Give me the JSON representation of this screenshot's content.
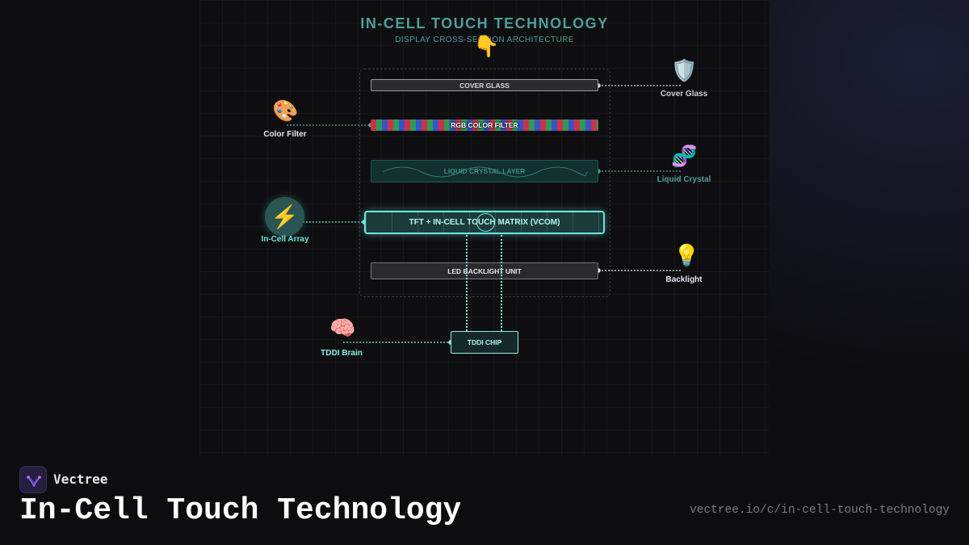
{
  "diagram": {
    "title": "IN-CELL TOUCH TECHNOLOGY",
    "subtitle": "DISPLAY CROSS-SECTION ARCHITECTURE",
    "layers": {
      "cover_glass": "COVER GLASS",
      "color_filter": "RGB COLOR FILTER",
      "liquid_crystal": "LIQUID CRYSTAL LAYER",
      "tft_matrix": "TFT + IN-CELL TOUCH MATRIX (VCOM)",
      "backlight": "LED BACKLIGHT UNIT",
      "chip": "TDDI CHIP"
    },
    "callouts": {
      "cover_glass": {
        "label": "Cover Glass",
        "icon": "shield-icon"
      },
      "color_filter": {
        "label": "Color Filter",
        "icon": "palette-icon"
      },
      "liquid_crystal": {
        "label": "Liquid Crystal",
        "icon": "dna-icon"
      },
      "in_cell_array": {
        "label": "In-Cell Array",
        "icon": "lightning-icon"
      },
      "backlight": {
        "label": "Backlight",
        "icon": "lightbulb-icon"
      },
      "tddi_brain": {
        "label": "TDDI Brain",
        "icon": "brain-icon"
      }
    },
    "pointer_icon": "pointing-hand-icon",
    "colors": {
      "accent": "#6ee6dc",
      "teal_text": "#4f9e9a",
      "background": "#0d0d10"
    }
  },
  "footer": {
    "brand": "Vectree",
    "title": "In-Cell Touch Technology",
    "url": "vectree.io/c/in-cell-touch-technology"
  }
}
